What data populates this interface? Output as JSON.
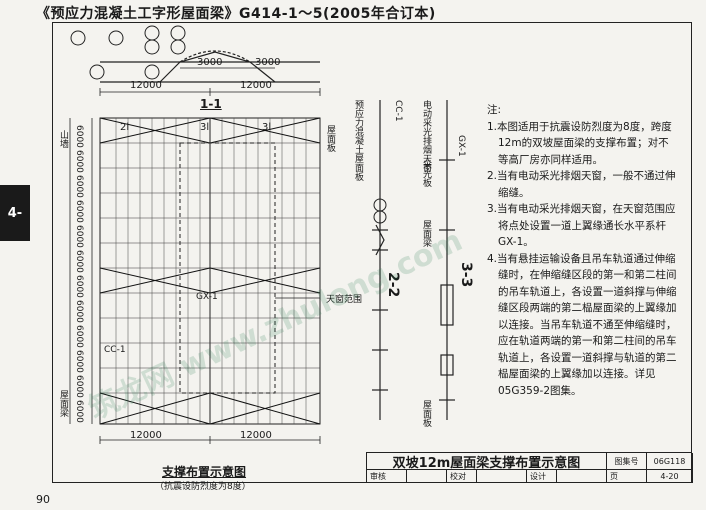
{
  "header": {
    "book_title": "《预应力混凝土工字形屋面梁》G414-1～5(2005年合订本)"
  },
  "side_tab": "4-",
  "page_number": "90",
  "plan": {
    "section_1": "1-1",
    "dim_3000_a": "3000",
    "dim_3000_b": "3000",
    "dim_12000_top_a": "12000",
    "dim_12000_top_b": "12000",
    "dim_12000_bot_a": "12000",
    "dim_12000_bot_b": "12000",
    "row_6000_labels": [
      "6000",
      "6000",
      "6000",
      "6000",
      "6000",
      "6000",
      "6000",
      "6000",
      "6000",
      "6000",
      "6000",
      "6000"
    ],
    "tag_2l": "2l",
    "tag_3l_a": "3l",
    "tag_3l_b": "3l",
    "tag_gx": "GX-1",
    "tag_cc": "CC-1",
    "skylight_label": "天窗范围",
    "v_roof_beam": "屋面梁",
    "v_roof_panel": "屋面板",
    "v_gable": "山墙",
    "caption": "支撑布置示意图",
    "caption_sub": "（抗震设防烈度为8度）"
  },
  "sections": {
    "s22": "2-2",
    "s33": "3-3",
    "v_prestress_panel": "预应力混凝土屋面板",
    "v_skylight_beam": "电动采光排烟天窗",
    "v_purlin": "屋面板",
    "v_roof_beam": "屋面梁",
    "v_rafter": "采光板",
    "tag_gx": "GX-1",
    "tag_cc": "CC-1"
  },
  "notes": {
    "heading": "注:",
    "items": [
      "1.本图适用于抗震设防烈度为8度，跨度12m的双坡屋面梁的支撑布置；对不等高厂房亦同样适用。",
      "2.当有电动采光排烟天窗，一般不通过伸缩缝。",
      "3.当有电动采光排烟天窗，在天窗范围应将点处设置一道上翼缘通长水平系杆GX-1。",
      "4.当有悬挂运输设备且吊车轨道通过伸缩缝时，在伸缩缝区段的第一和第二柱间的吊车轨道上，各设置一道斜撑与伸缩缝区段两端的第二榀屋面梁的上翼缘加以连接。当吊车轨道不通至伸缩缝时，应在轨道两端的第一和第二柱间的吊车轨道上，各设置一道斜撑与轨道的第二榀屋面梁的上翼缘加以连接。详见05G359-2图集。"
    ]
  },
  "title_block": {
    "title": "双坡12m屋面梁支撑布置示意图",
    "atlas_label": "图集号",
    "atlas_no": "06G118",
    "review": "审核",
    "check": "校对",
    "design": "设计",
    "page_label": "页",
    "page_no": "4-20"
  },
  "watermark": "筑龙网 www.zhulong.com"
}
